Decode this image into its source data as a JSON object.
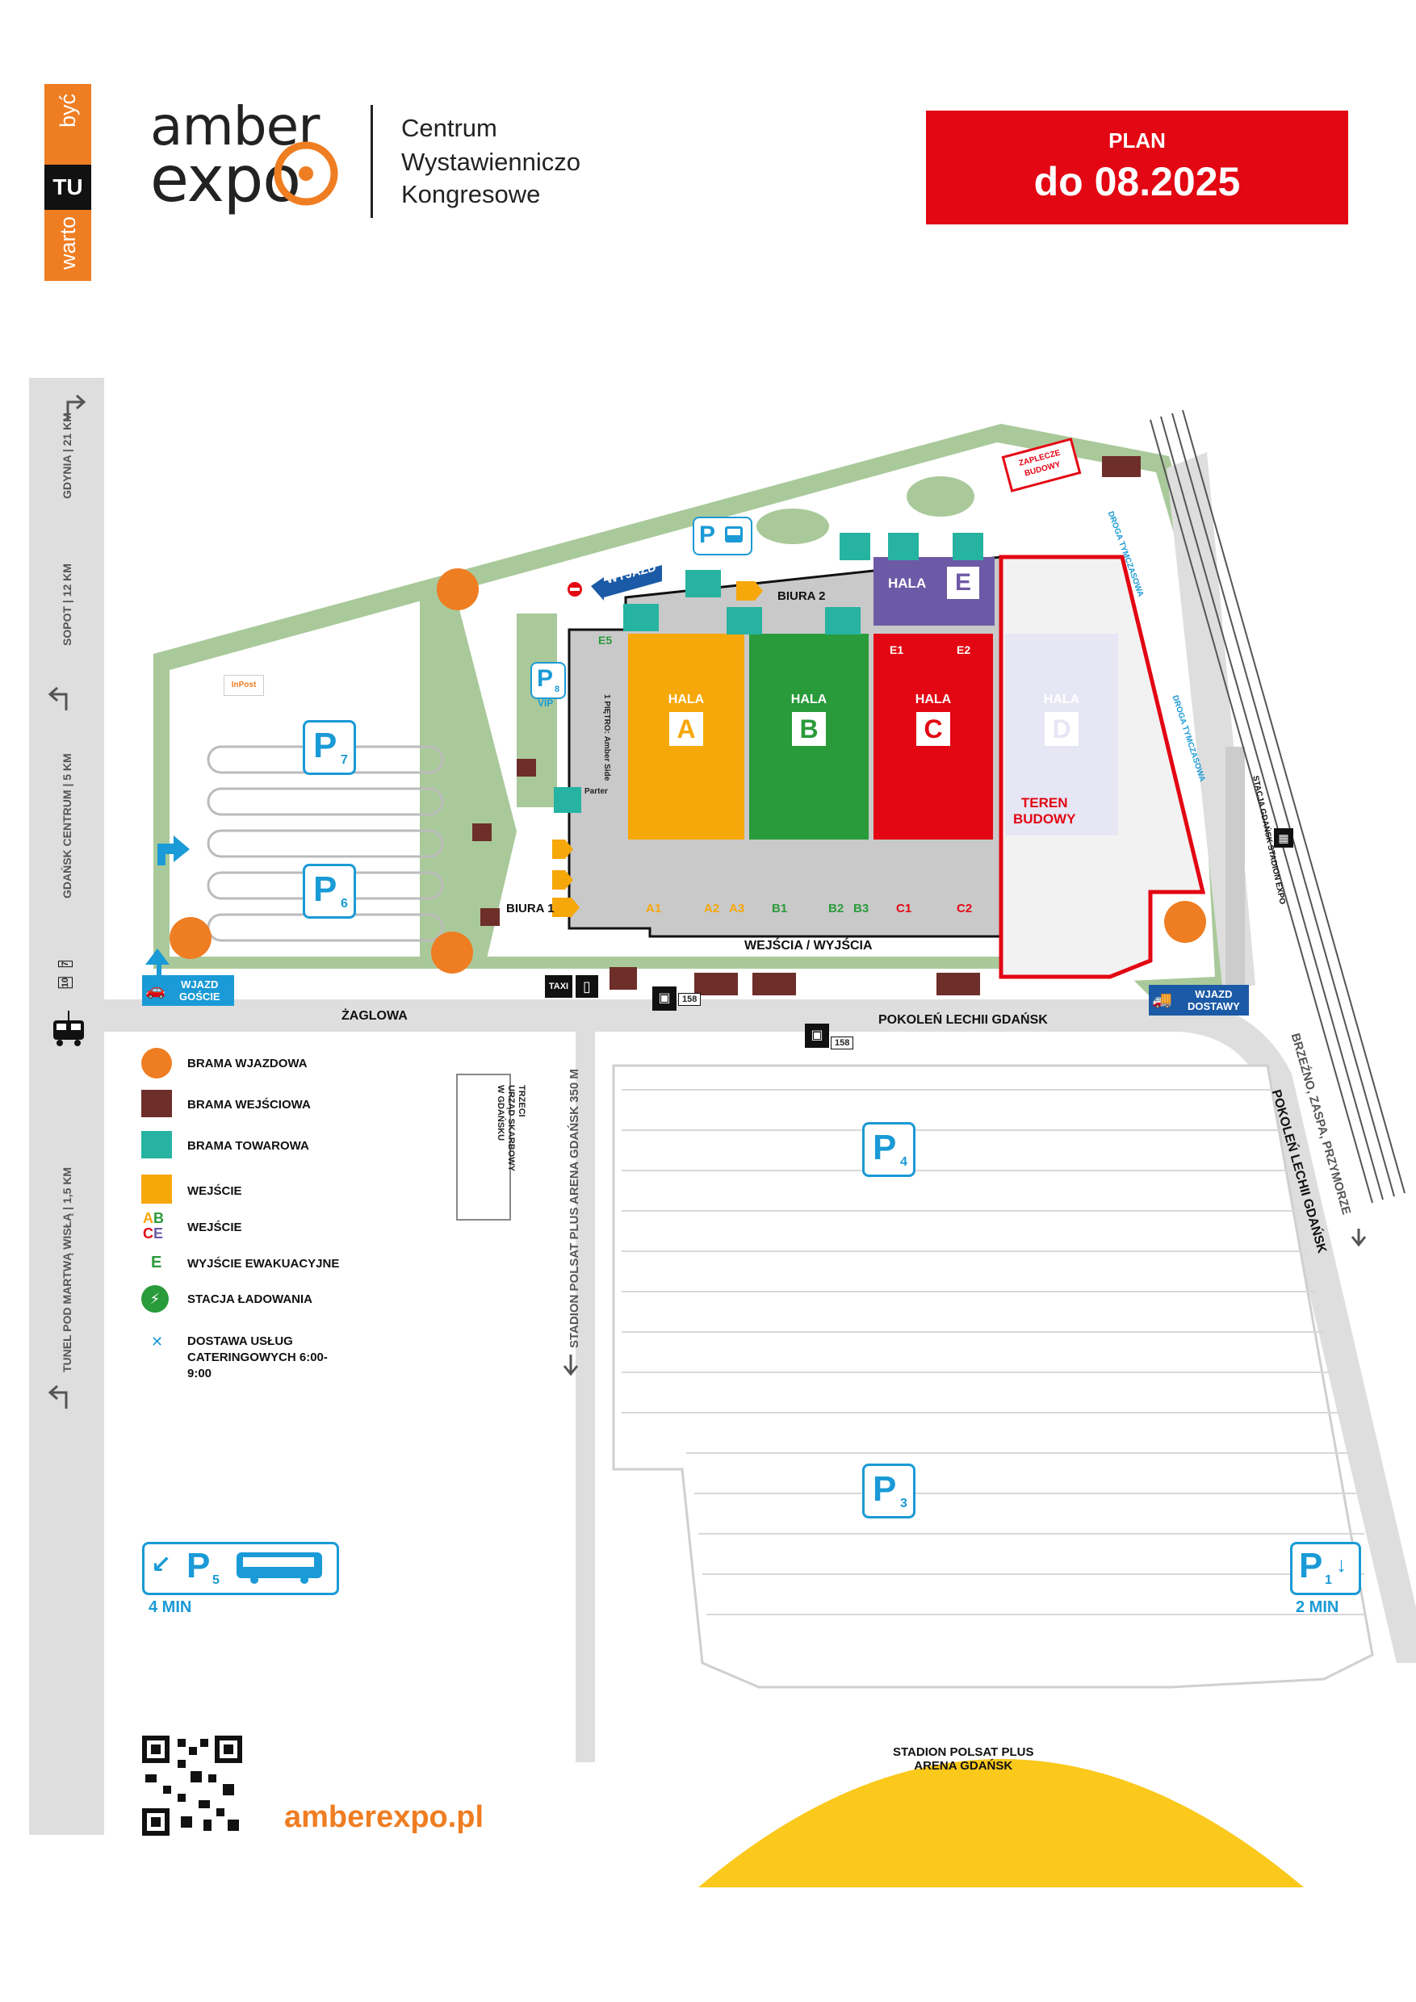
{
  "header": {
    "badge": {
      "top": "być",
      "middle": "TU",
      "bottom": "warto"
    },
    "logo": {
      "line1": "amber",
      "line2": "expo"
    },
    "company": {
      "line1": "Centrum",
      "line2": "Wystawienniczo",
      "line3": "Kongresowe"
    },
    "plan": {
      "label": "PLAN",
      "date": "do 08.2025"
    }
  },
  "map": {
    "halls": [
      {
        "word": "HALA",
        "letter": "A",
        "color": "#f6a70a"
      },
      {
        "word": "HALA",
        "letter": "B",
        "color": "#2a9b3a"
      },
      {
        "word": "HALA",
        "letter": "C",
        "color": "#e30613"
      },
      {
        "word": "HALA",
        "letter": "D",
        "color": "#e6e6f5"
      },
      {
        "word": "HALA",
        "letter": "E",
        "color": "#6d5aa6"
      }
    ],
    "construction": {
      "line1": "TEREN",
      "line2": "BUDOWY"
    },
    "construction_backyard": {
      "line1": "ZAPLECZE",
      "line2": "BUDOWY"
    },
    "offices": {
      "biura1": "BIURA 1",
      "biura2": "BIURA 2"
    },
    "amber_side": {
      "line1": "1 PIĘTRO:",
      "line2": "Amber Side",
      "parter": "Parter"
    },
    "entrances": [
      "A1",
      "A2",
      "A3",
      "B1",
      "B2",
      "B3",
      "C1",
      "C2"
    ],
    "emergency_exits": {
      "e1": "E1",
      "e2": "E2",
      "e5": "E5"
    },
    "entries_label": "WEJŚCIA / WYJŚCIA",
    "exit_label": "WYJAZD",
    "parkings": {
      "p1": {
        "letter": "P",
        "sub": "1"
      },
      "p3": {
        "letter": "P",
        "sub": "3"
      },
      "p4": {
        "letter": "P",
        "sub": "4"
      },
      "p5": {
        "letter": "P",
        "sub": "5"
      },
      "p6": {
        "letter": "P",
        "sub": "6"
      },
      "p7": {
        "letter": "P",
        "sub": "7"
      },
      "p8": {
        "letter": "P",
        "sub": "8",
        "vip": "VIP"
      },
      "p_bus": {
        "letter": "P"
      }
    },
    "inpost": "InPost",
    "taxi": "TAXI",
    "bus_number": "158",
    "tram_lines": {
      "a": "7",
      "b": "10"
    },
    "gates": {
      "guests": {
        "line1": "WJAZD",
        "line2": "GOŚCIE"
      },
      "delivery": {
        "line1": "WJAZD",
        "line2": "DOSTAWY"
      }
    },
    "streets": {
      "zaglowa": "ŻAGLOWA",
      "pokolen_top": "POKOLEŃ LECHII GDAŃSK",
      "pokolen_right": "POKOLEŃ LECHII GDAŃSK",
      "brzezno": "BRZEŹNO, ZASPA, PRZYMORZE",
      "droga_tymczasowa_1": "DROGA TYMCZASOWA",
      "droga_tymczasowa_2": "DROGA TYMCZASOWA",
      "stacja_skm": "STACJA GDAŃSK STADION EXPO",
      "stadion_road": "STADION POLSAT PLUS ARENA GDAŃSK 350 M",
      "left_road": {
        "gdynia": "GDYNIA | 21 KM",
        "sopot": "SOPOT | 12 KM",
        "gdansk": "GDAŃSK CENTRUM | 5 KM",
        "tunel": "TUNEL POD MARTWĄ WISŁĄ | 1,5 KM"
      }
    },
    "tax_office": {
      "line1": "TRZECI",
      "line2": "URZĄD SKARBOWY",
      "line3": "W GDAŃSKU"
    },
    "stadium": {
      "line1": "STADION POLSAT PLUS",
      "line2": "ARENA GDAŃSK"
    },
    "p5_time": "4 MIN",
    "p1_time": "2 MIN"
  },
  "legend": {
    "items": [
      {
        "key": "gate-entry",
        "label": "BRAMA WJAZDOWA",
        "color": "#ef7d22"
      },
      {
        "key": "gate-pedestrian",
        "label": "BRAMA WEJŚCIOWA",
        "color": "#6e2e2a"
      },
      {
        "key": "gate-cargo",
        "label": "BRAMA TOWAROWA",
        "color": "#27b3a1"
      },
      {
        "key": "entrance",
        "label": "WEJŚCIE",
        "color": "#f6a70a"
      },
      {
        "key": "entrance-abc",
        "label": "WEJŚCIE"
      },
      {
        "key": "emergency-exit",
        "label": "WYJŚCIE EWAKUACYJNE",
        "color": "#2a9b3a"
      },
      {
        "key": "charging",
        "label": "STACJA ŁADOWANIA",
        "color": "#2a9b3a"
      },
      {
        "key": "catering",
        "label": "DOSTAWA USŁUG CATERINGOWYCH 6:00-9:00"
      }
    ],
    "abc_letters": [
      "A",
      "B",
      "C",
      "E"
    ],
    "e_letter": "E"
  },
  "footer": {
    "url": "amberexpo.pl"
  }
}
